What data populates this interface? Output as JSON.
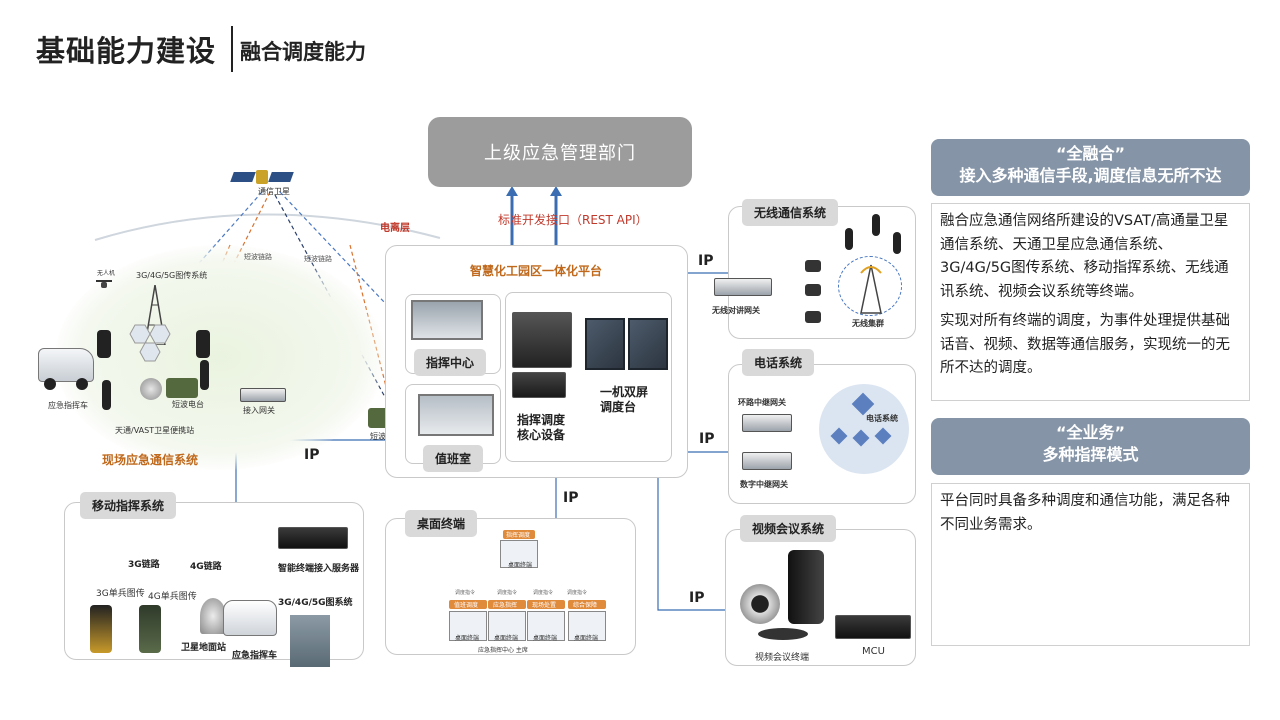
{
  "title": {
    "main": "基础能力建设",
    "sub": "融合调度能力"
  },
  "diagram": {
    "superior": "上级应急管理部门",
    "api_label": "标准开发接口（REST API）",
    "platform": {
      "title": "智慧化工园区一体化平台",
      "command_center": "指挥中心",
      "duty_room": "值班室",
      "core_device": "指挥调度\n核心设备",
      "dual_screen": "一机双屏\n调度台"
    },
    "ip_label": "IP",
    "field": {
      "title": "现场应急通信系统",
      "satellite": "通信卫星",
      "ionosphere": "电离层",
      "network_3g": "3G/4G/5G图传系统",
      "drone": "无人机",
      "vehicle": "应急指挥车",
      "sw_radio": "短波电台",
      "access_gateway": "接入网关",
      "portable_station": "天通/VAST卫星便携站",
      "sw_link_1": "短波链路",
      "sw_link_2": "短波链路",
      "sw_radio_2": "短波电台"
    },
    "wireless": {
      "title": "无线通信系统",
      "gateway": "无线对讲网关",
      "cluster": "无线集群"
    },
    "phone": {
      "title": "电话系统",
      "loop_gateway": "环路中继网关",
      "digital_gateway": "数字中继网关",
      "system": "电话系统"
    },
    "video": {
      "title": "视频会议系统",
      "terminal": "视频会议终端",
      "mcu": "MCU"
    },
    "desktop": {
      "title": "桌面终端",
      "top_head": "指挥调度",
      "top_label": "桌面终端",
      "row_labels": [
        "桌面终端",
        "桌面终端",
        "桌面终端",
        "桌面终端"
      ],
      "row_heads": [
        "值班调度",
        "应急指挥",
        "现场处置",
        "综合保障"
      ],
      "link_labels": [
        "调度指令",
        "调度指令",
        "调度指令",
        "调度指令"
      ],
      "footer": "应急指挥中心  主席"
    },
    "mobile": {
      "title": "移动指挥系统",
      "link_3g": "3G链路",
      "link_4g": "4G链路",
      "server": "智能终端接入服务器",
      "single_3g": "3G单兵图传",
      "single_4g": "4G单兵图传",
      "network": "3G/4G/5G图系统",
      "ground_station": "卫星地面站",
      "vehicle": "应急指挥车"
    }
  },
  "info": {
    "card1": {
      "header_line1": "“全融合”",
      "header_line2": "接入多种通信手段,调度信息无所不达",
      "para1": "融合应急通信网络所建设的VSAT/高通量卫星通信系统、天通卫星应急通信系统、3G/4G/5G图传系统、移动指挥系统、无线通讯系统、视频会议系统等终端。",
      "para2": "实现对所有终端的调度，为事件处理提供基础话音、视频、数据等通信服务，实现统一的无所不达的调度。"
    },
    "card2": {
      "header_line1": "“全业务”",
      "header_line2": "多种指挥模式",
      "para1": "平台同时具备多种调度和通信功能，满足各种不同业务需求。"
    }
  },
  "colors": {
    "header_bg": "#8594a7",
    "superior_bg": "#9c9c9c",
    "accent_orange": "#c0691c",
    "api_red": "#c0392b",
    "arrow_blue": "#3b6db3",
    "link_green": "#2e9c5a"
  }
}
